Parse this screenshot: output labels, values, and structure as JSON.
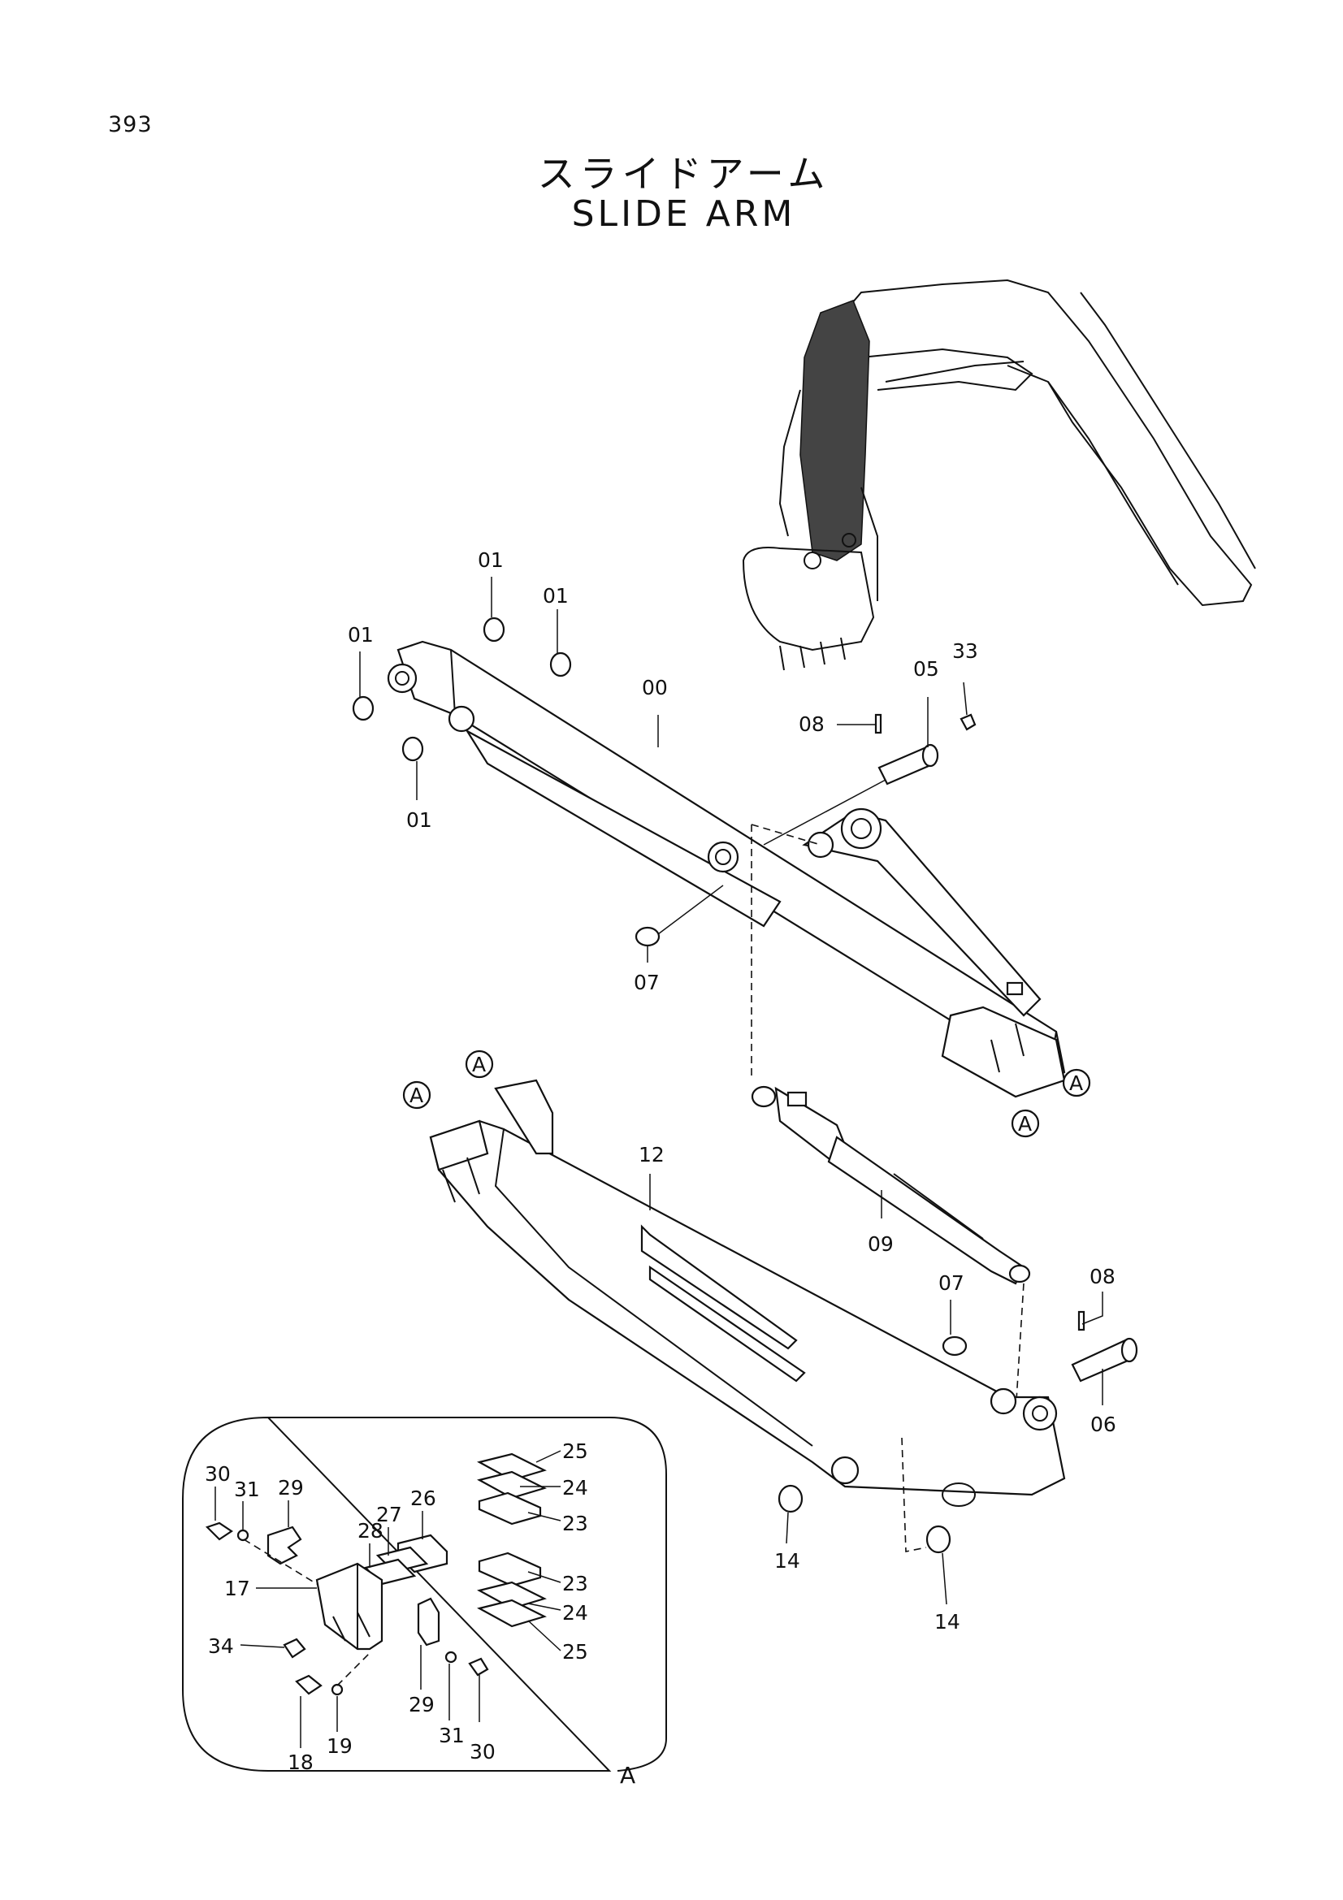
{
  "page": {
    "number": "393",
    "title_jp": "スライドアーム",
    "title_en": "SLIDE ARM"
  },
  "callouts": {
    "c01a": "01",
    "c01b": "01",
    "c01c": "01",
    "c01d": "01",
    "c00": "00",
    "c05": "05",
    "c33": "33",
    "c08a": "08",
    "c07a": "07",
    "cAa": "A",
    "cAb": "A",
    "cAc": "A",
    "cAd": "A",
    "c12": "12",
    "c09": "09",
    "c07b": "07",
    "c08b": "08",
    "c06": "06",
    "c14a": "14",
    "c14b": "14"
  },
  "detail": {
    "label": "A",
    "callouts": {
      "c30a": "30",
      "c31a": "31",
      "c29a": "29",
      "c28": "28",
      "c27": "27",
      "c26": "26",
      "c25a": "25",
      "c24a": "24",
      "c23a": "23",
      "c17": "17",
      "c23b": "23",
      "c24b": "24",
      "c25b": "25",
      "c34": "34",
      "c18": "18",
      "c19": "19",
      "c29b": "29",
      "c31b": "31",
      "c30b": "30"
    }
  }
}
